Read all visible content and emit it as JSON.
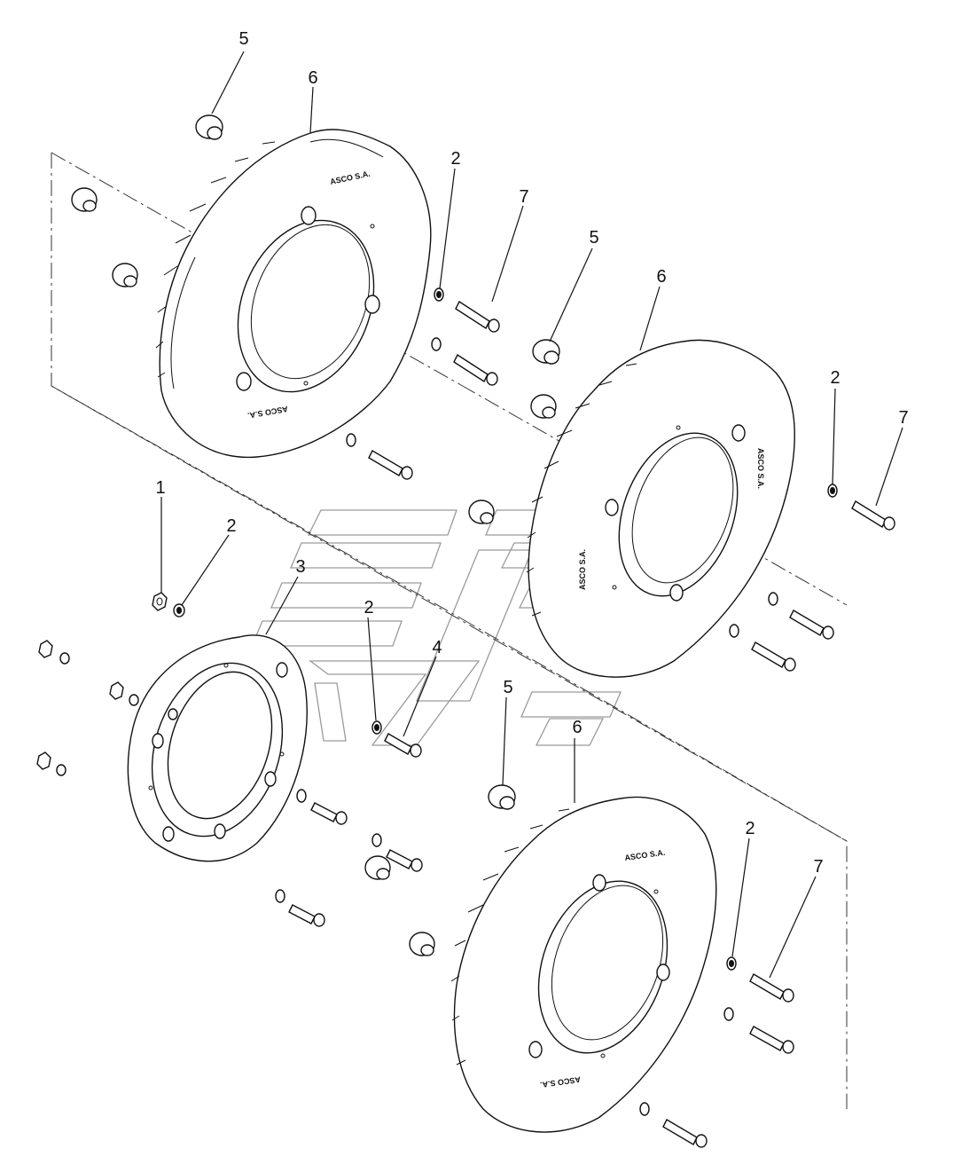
{
  "callouts": {
    "c1": "1",
    "c2a": "2",
    "c2b": "2",
    "c2c": "2",
    "c2d": "2",
    "c2e": "2",
    "c3": "3",
    "c4": "4",
    "c5a": "5",
    "c5b": "5",
    "c5c": "5",
    "c6a": "6",
    "c6b": "6",
    "c6c": "6",
    "c7a": "7",
    "c7b": "7",
    "c7c": "7"
  },
  "emboss": {
    "brand": "ASCO S.A.",
    "brand_mirrored": "ASCO S.A."
  },
  "colors": {
    "line": "#111111",
    "watermark": "#9a9a9a",
    "background": "#ffffff"
  }
}
